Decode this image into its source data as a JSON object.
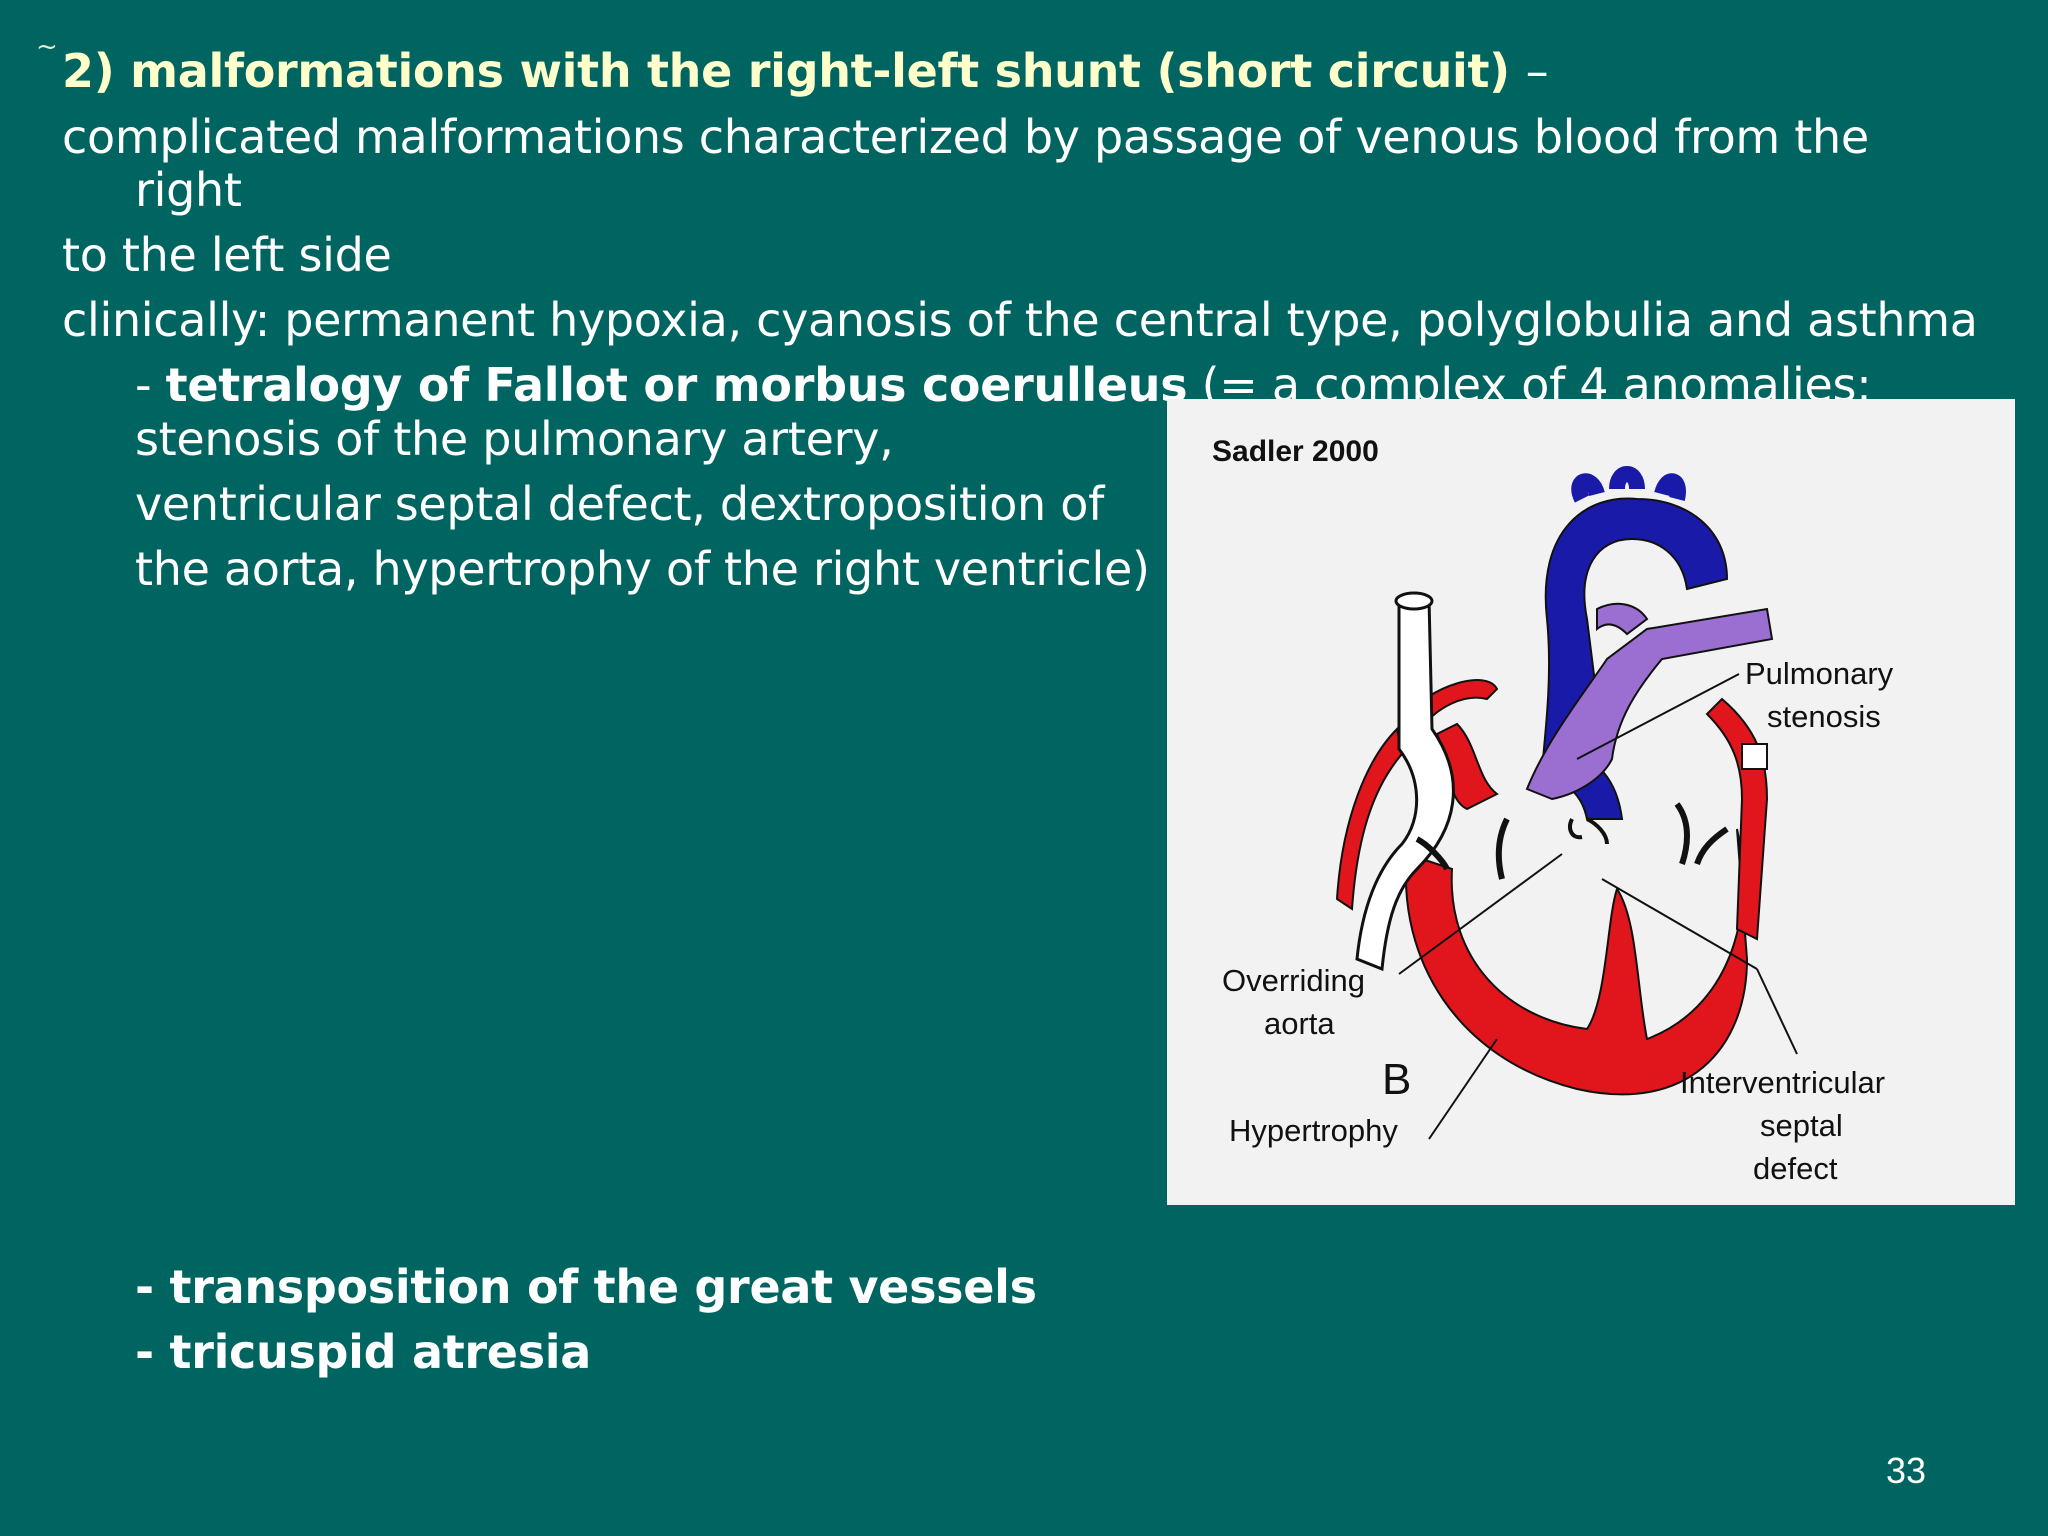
{
  "slide": {
    "bullet_glyph": "~",
    "title": "2) malformations with the right-left shunt (short circuit)",
    "title_dash": "–",
    "line2": "complicated malformations characterized by passage of venous blood from the",
    "line2_wrap": "right",
    "line3": "to the left side",
    "line4": "clinically: permanent hypoxia, cyanosis of the central type, polyglobulia and asthma",
    "fallot_prefix": "- ",
    "fallot_bold": "tetralogy of Fallot or morbus coerulleus",
    "fallot_rest": " (= a complex of 4 anomalies:",
    "line6": "stenosis of the pulmonary artery,",
    "line7": "ventricular septal defect, dextroposition of",
    "line8": "the aorta, hypertrophy of the right ventricle)",
    "line9": "- transposition of the great vessels",
    "line10": "- tricuspid atresia",
    "page_number": "33"
  },
  "figure": {
    "source": "Sadler 2000",
    "panel_letter": "B",
    "label_pulmonary_1": "Pulmonary",
    "label_pulmonary_2": "stenosis",
    "label_overriding_1": "Overriding",
    "label_overriding_2": "aorta",
    "label_hypertrophy": "Hypertrophy",
    "label_septal_1": "Interventricular",
    "label_septal_2": "septal",
    "label_septal_3": "defect",
    "colors": {
      "background": "#006561",
      "title_text": "#ffffcc",
      "aorta_blue": "#1a1aa8",
      "pulmonary_purple": "#9b6fd1",
      "myocardium_red": "#e0161c",
      "panel_bg": "#f2f2f2"
    }
  }
}
